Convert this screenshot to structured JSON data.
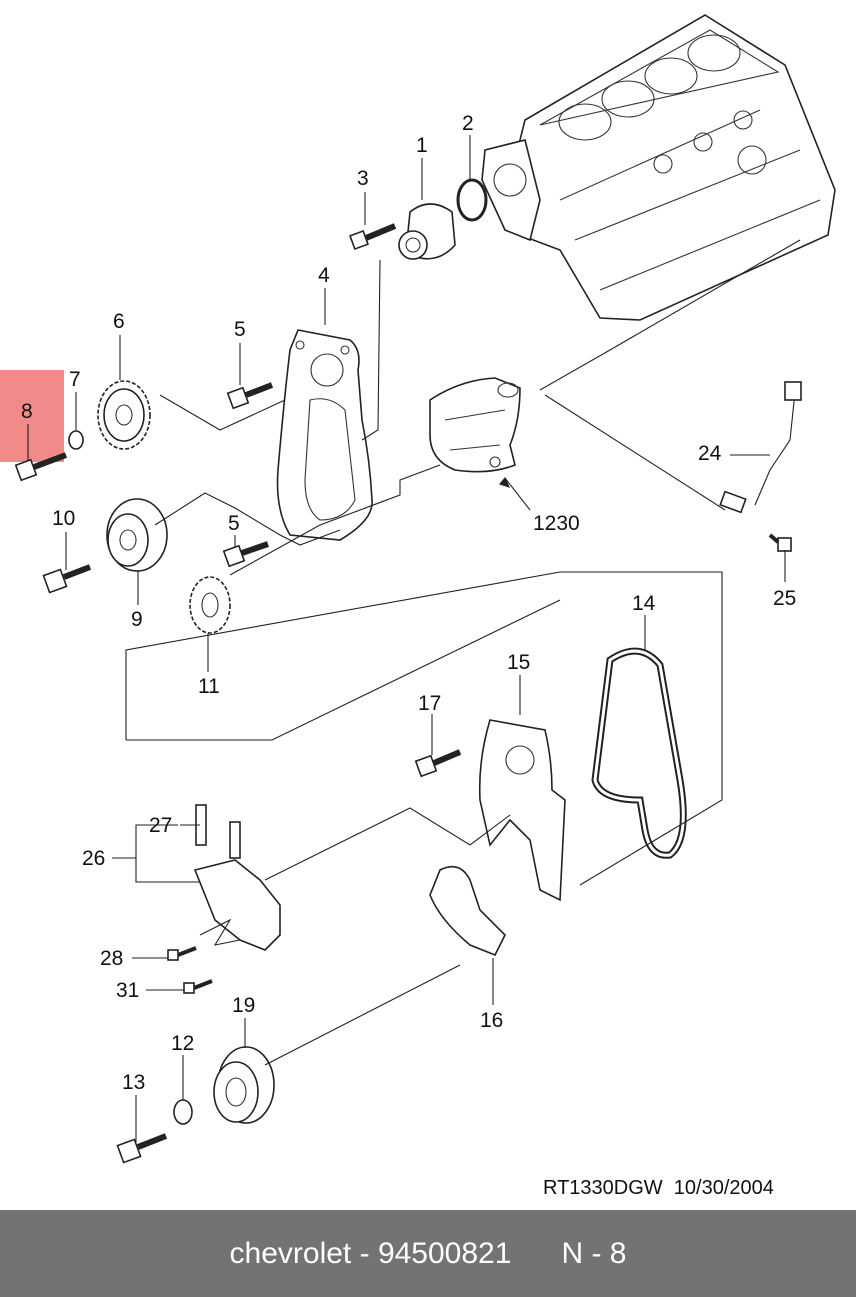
{
  "diagram": {
    "highlight_color": "#f28a8a",
    "callouts": {
      "p1": "1",
      "p2": "2",
      "p3": "3",
      "p4": "4",
      "p5a": "5",
      "p5b": "5",
      "p6": "6",
      "p7": "7",
      "p8": "8",
      "p9": "9",
      "p10": "10",
      "p11": "11",
      "p12": "12",
      "p13": "13",
      "p14": "14",
      "p15": "15",
      "p16": "16",
      "p17": "17",
      "p19": "19",
      "p24": "24",
      "p25": "25",
      "p26": "26",
      "p27": "27",
      "p28": "28",
      "p31": "31",
      "p1230": "1230"
    },
    "reference": "RT1330DGW  10/30/2004"
  },
  "footer": {
    "brand": "chevrolet",
    "part_number": "94500821",
    "page": "N - 8"
  }
}
